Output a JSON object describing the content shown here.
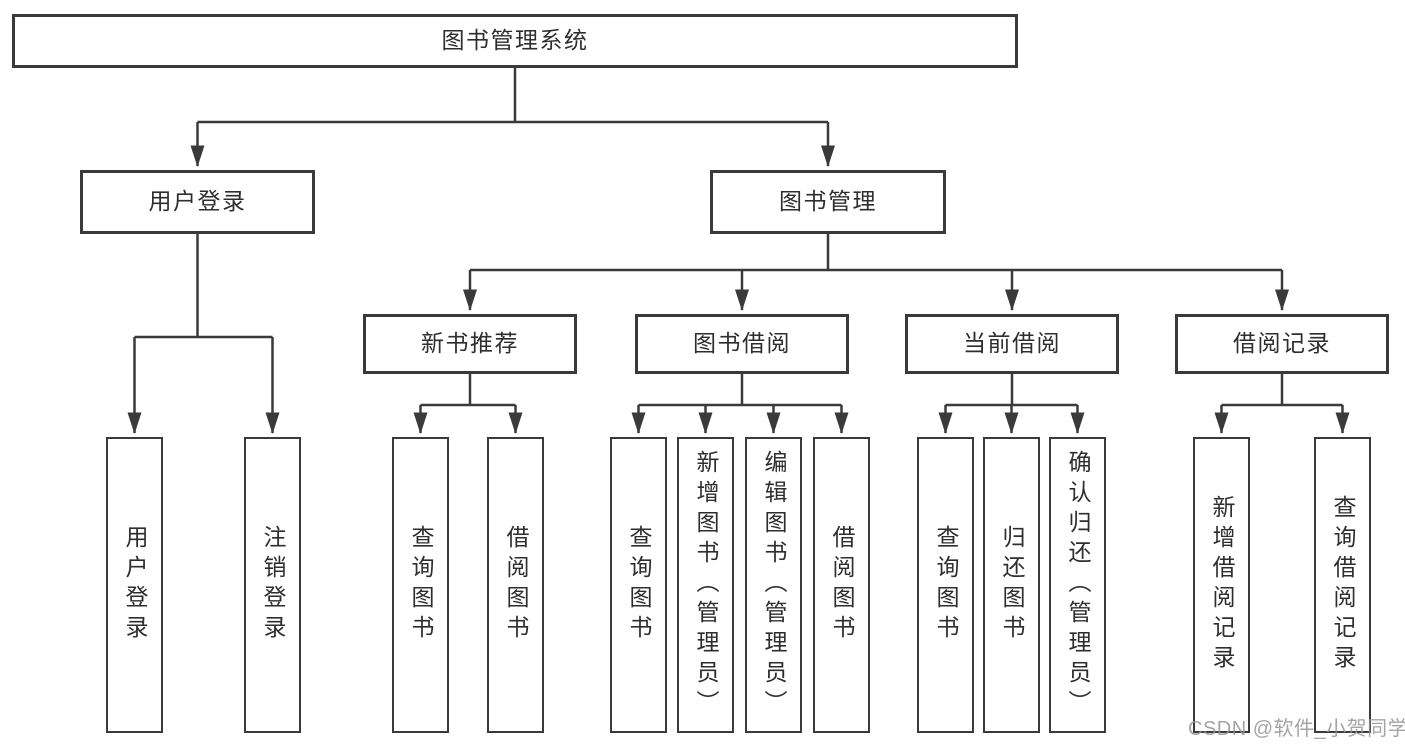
{
  "diagram_title": "图书管理系统",
  "colors": {
    "line": "#3a3a3a",
    "box_border": "#3a3a3a",
    "box_background": "#ffffff",
    "text": "#2e2e2e",
    "watermark": "#949494"
  },
  "tree": {
    "label": "图书管理系统",
    "children": [
      {
        "label": "用户登录",
        "children": [
          {
            "label": "用户登录"
          },
          {
            "label": "注销登录"
          }
        ]
      },
      {
        "label": "图书管理",
        "children": [
          {
            "label": "新书推荐",
            "children": [
              {
                "label": "查询图书"
              },
              {
                "label": "借阅图书"
              }
            ]
          },
          {
            "label": "图书借阅",
            "children": [
              {
                "label": "查询图书"
              },
              {
                "label": "新增图书（管理员）"
              },
              {
                "label": "编辑图书（管理员）"
              },
              {
                "label": "借阅图书"
              }
            ]
          },
          {
            "label": "当前借阅",
            "children": [
              {
                "label": "查询图书"
              },
              {
                "label": "归还图书"
              },
              {
                "label": "确认归还（管理员）"
              }
            ]
          },
          {
            "label": "借阅记录",
            "children": [
              {
                "label": "新增借阅记录"
              },
              {
                "label": "查询借阅记录"
              }
            ]
          }
        ]
      }
    ]
  },
  "watermark": {
    "text": "CSDN @软件_小贺同学"
  }
}
